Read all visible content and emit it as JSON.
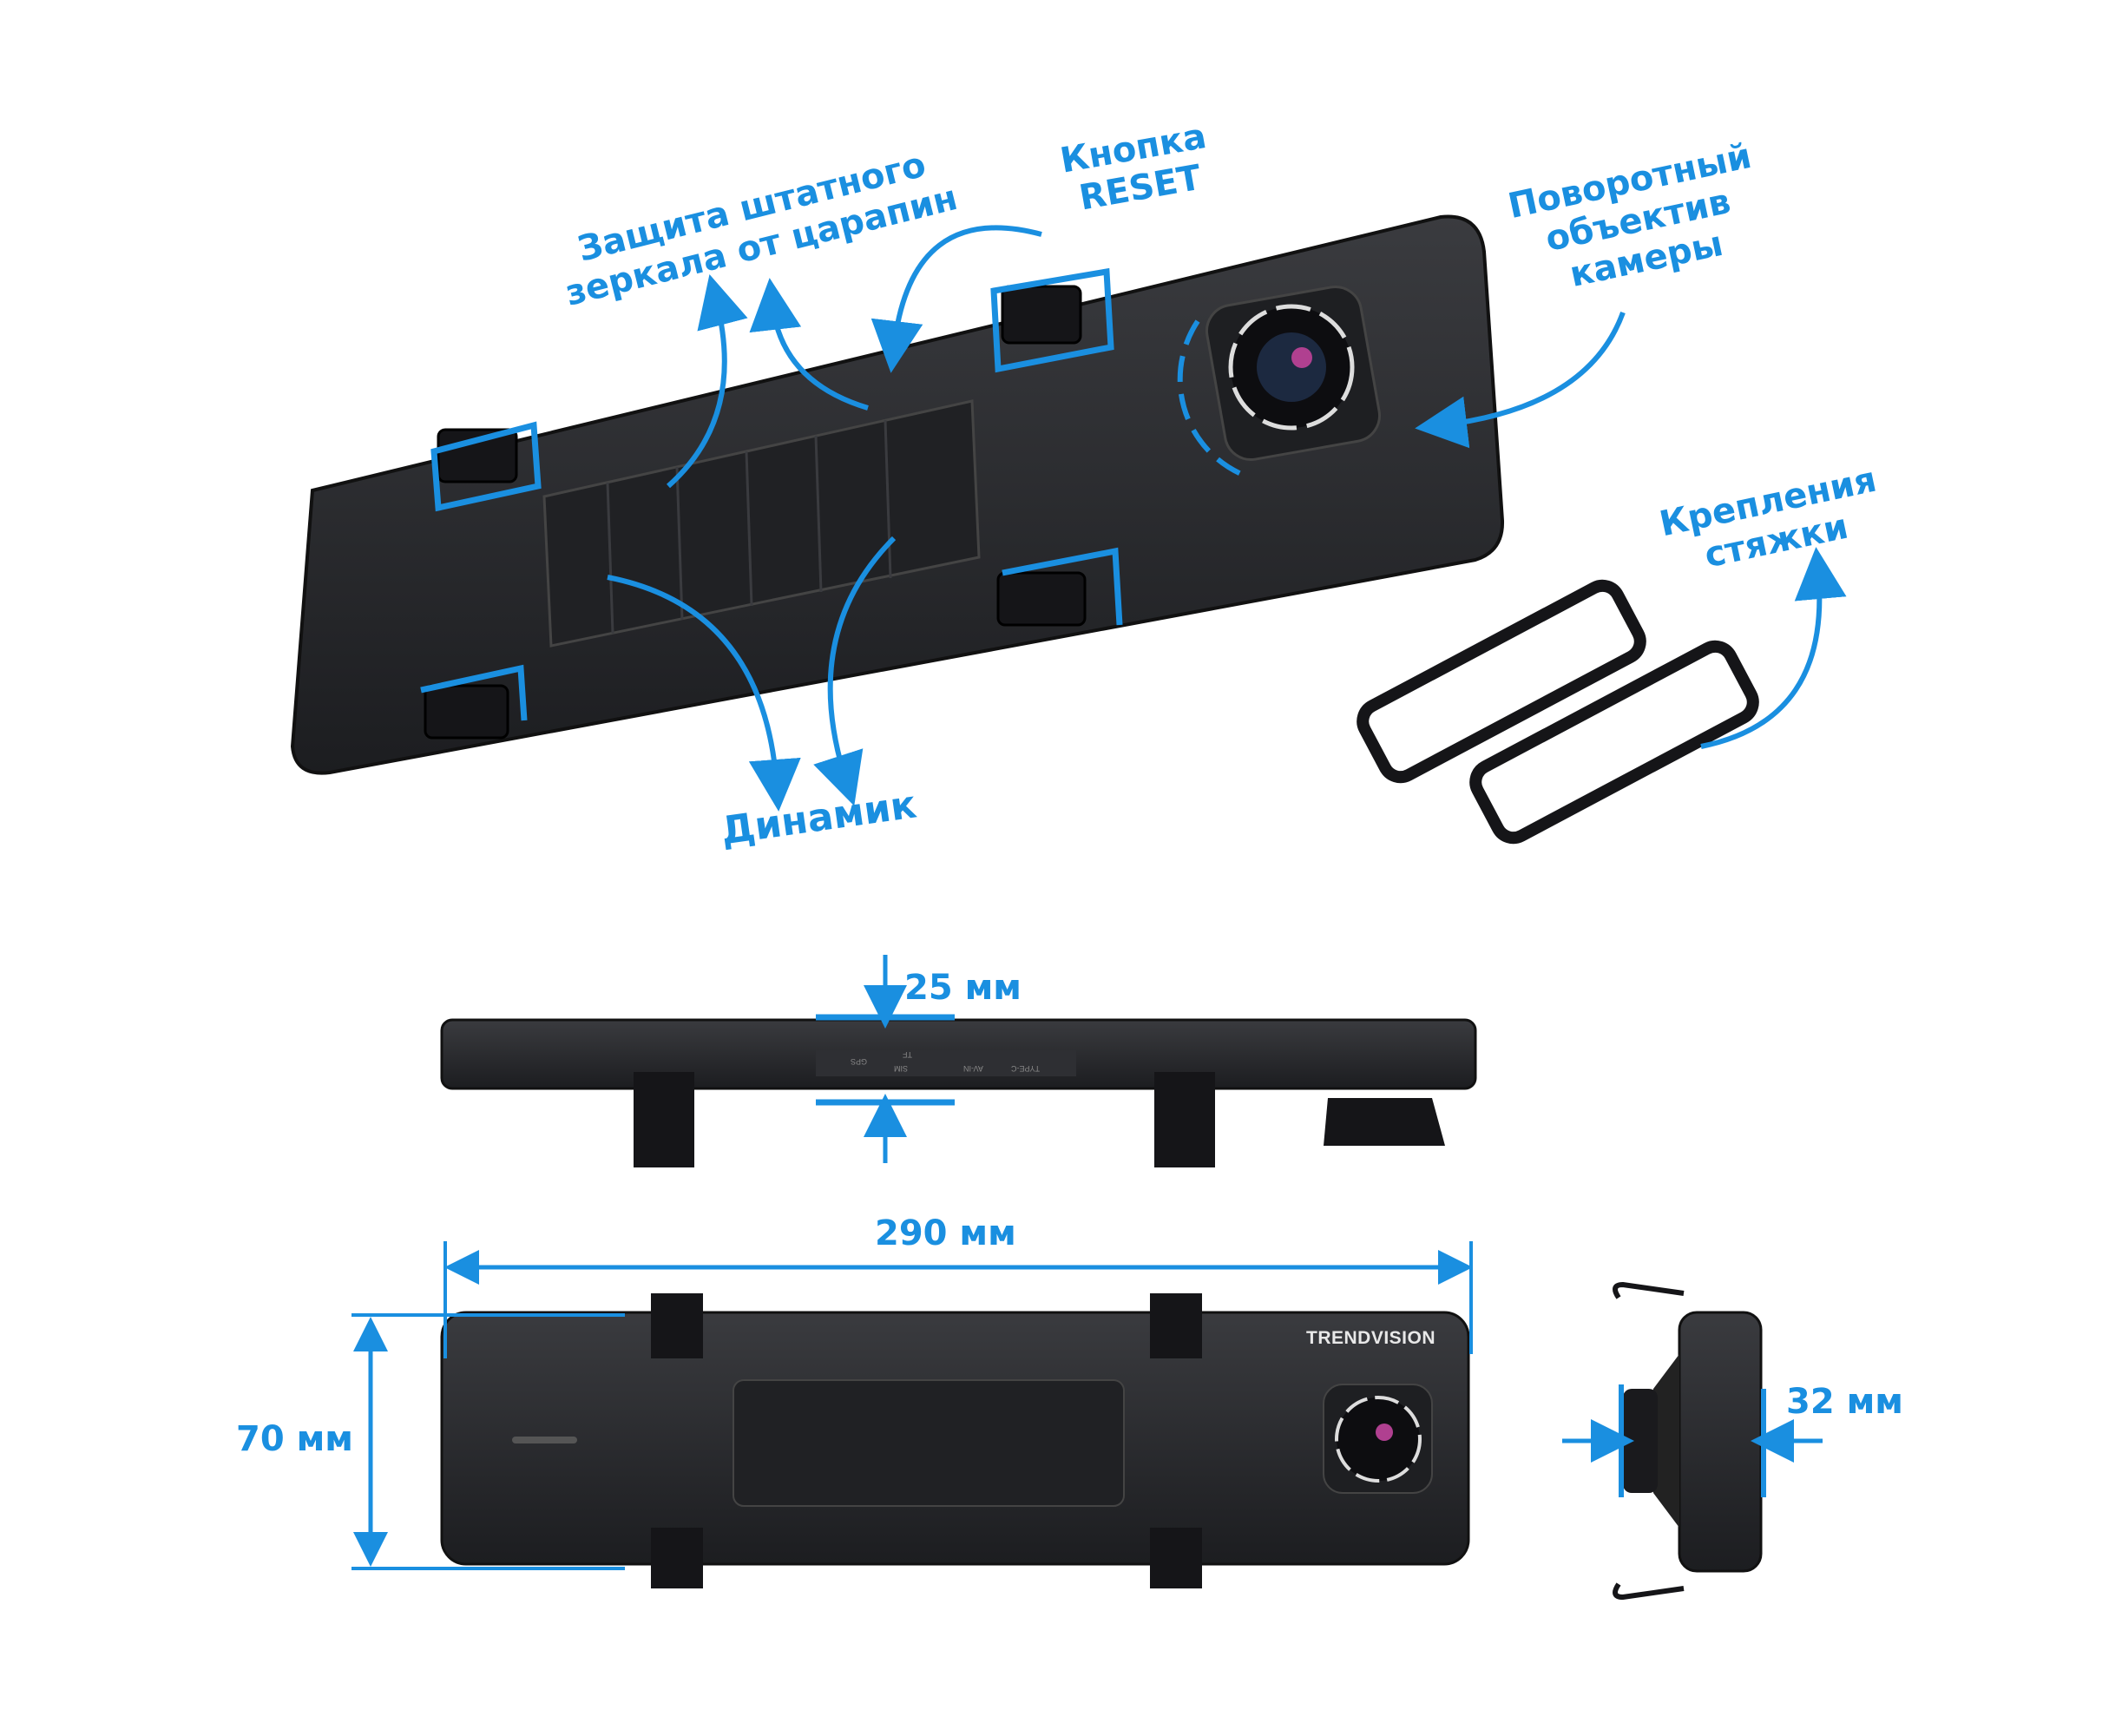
{
  "labels": {
    "scratch_protection": [
      "Защита штатного",
      "зеркала от царапин"
    ],
    "reset_button": [
      "Кнопка",
      "RESET"
    ],
    "rotating_lens": [
      "Поворотный",
      "объектив",
      "камеры"
    ],
    "strap_mounts": [
      "Крепления",
      "стяжки"
    ],
    "speaker": "Динамик"
  },
  "dimensions": {
    "thickness": "25 мм",
    "width": "290 мм",
    "height": "70 мм",
    "depth": "32 мм"
  },
  "device": {
    "brand": "TRENDVISION",
    "ports": [
      "GPS",
      "TF",
      "SIM",
      "AV-IN",
      "TYPE-C"
    ]
  },
  "colors": {
    "accent": "#1a8fe0",
    "body": "#2a2b2e"
  }
}
